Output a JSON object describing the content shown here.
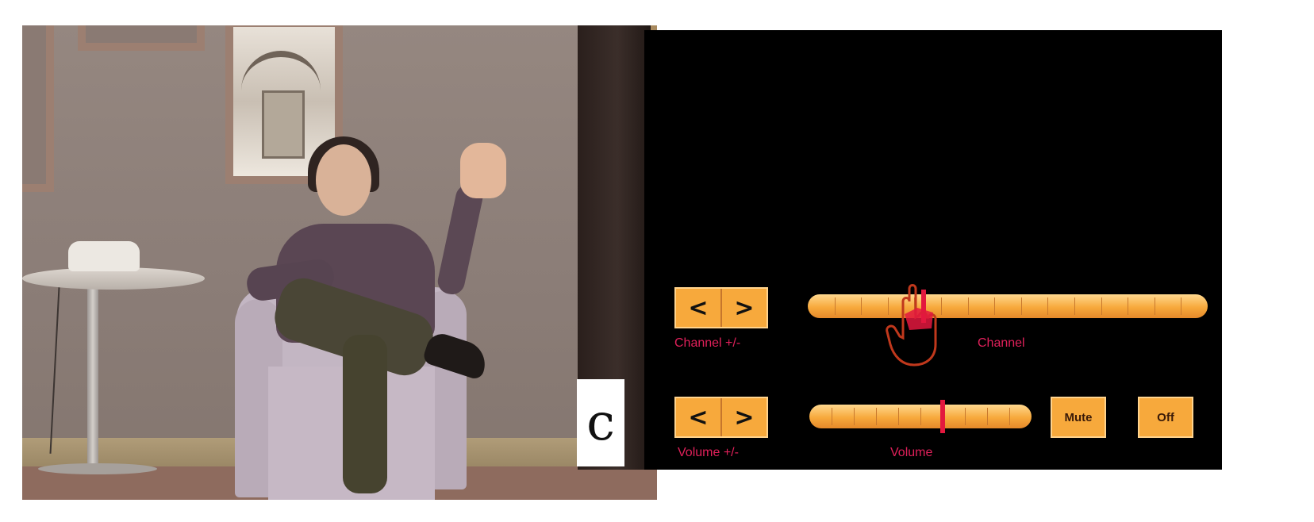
{
  "panel_letter": "c",
  "remote_ui": {
    "channel": {
      "step_buttons": {
        "prev_glyph": "<",
        "next_glyph": ">"
      },
      "step_caption": "Channel +/-",
      "slider_caption": "Channel",
      "slider_level": 0.29,
      "tick_count": 15
    },
    "volume": {
      "step_buttons": {
        "prev_glyph": "<",
        "next_glyph": ">"
      },
      "step_caption": "Volume +/-",
      "slider_caption": "Volume",
      "slider_level": 0.6,
      "tick_count": 10
    },
    "mute_label": "Mute",
    "off_label": "Off"
  },
  "colors": {
    "screen_background": "#000000",
    "control_fill": "#f7a93c",
    "caption_text": "#e0205a",
    "slider_thumb": "#e3183e"
  },
  "icons": [
    "hand-pointer-icon"
  ]
}
